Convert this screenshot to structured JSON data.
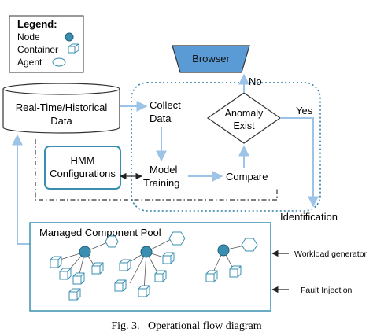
{
  "legend": {
    "title": "Legend:",
    "items": [
      "Node",
      "Container",
      "Agent"
    ]
  },
  "boxes": {
    "browser": "Browser",
    "data_store": [
      "Real-Time/Historical",
      "Data"
    ],
    "hmm": [
      "HMM",
      "Configurations"
    ],
    "pool": "Managed Component Pool"
  },
  "steps": {
    "collect": [
      "Collect",
      "Data"
    ],
    "model": [
      "Model",
      "Training"
    ],
    "compare": "Compare",
    "decision": [
      "Anomaly",
      "Exist"
    ]
  },
  "edge_labels": {
    "no": "No",
    "yes": "Yes",
    "identification": "Identification"
  },
  "side_labels": {
    "workload": "Workload generator",
    "fault": "Fault Injection"
  },
  "caption": "Fig. 3.   Operational flow diagram",
  "colors": {
    "teal": "#3A8FB0",
    "light_blue": "#9DC3E6",
    "box_fill": "#5A9BD5",
    "stroke": "#333333",
    "dotted": "#2E7FA6"
  }
}
